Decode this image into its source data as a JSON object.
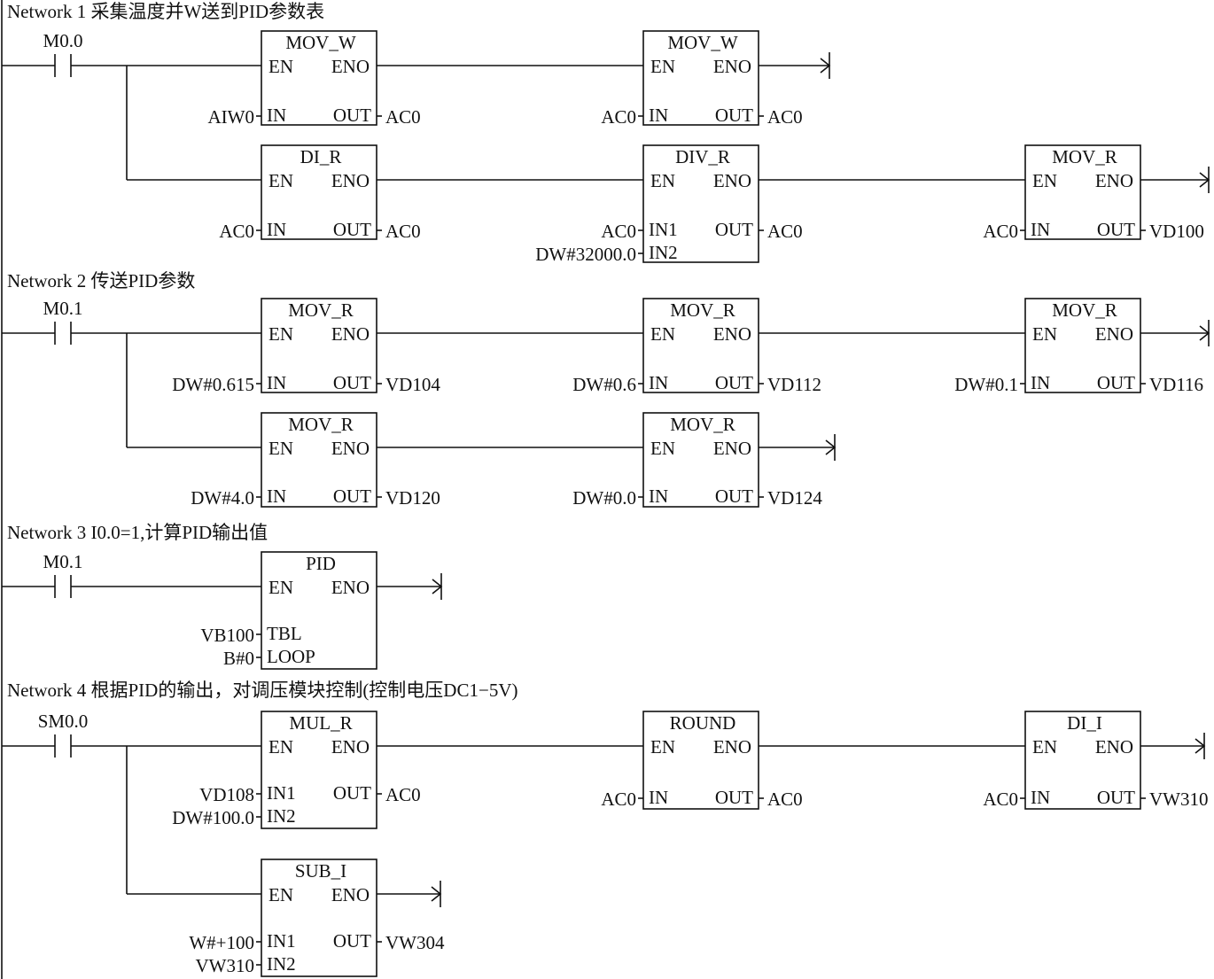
{
  "networks": [
    {
      "title": "Network  1  采集温度并W送到PID参数表",
      "contact": "M0.0"
    },
    {
      "title": "Network  2  传送PID参数",
      "contact": "M0.1"
    },
    {
      "title": "Network  3  I0.0=1,计算PID输出值",
      "contact": "M0.1"
    },
    {
      "title": "Network  4 根据PID的输出，对调压模块控制(控制电压DC1−5V)",
      "contact": "SM0.0"
    }
  ],
  "blocks": [
    {
      "title": "MOV_W",
      "en": "EN",
      "eno": "ENO",
      "inputs": [
        "IN"
      ],
      "in_operands": [
        "AIW0"
      ],
      "output_pin": "OUT",
      "out_operand": "AC0"
    },
    {
      "title": "MOV_W",
      "en": "EN",
      "eno": "ENO",
      "inputs": [
        "IN"
      ],
      "in_operands": [
        "AC0"
      ],
      "output_pin": "OUT",
      "out_operand": "AC0"
    },
    {
      "title": "DI_R",
      "en": "EN",
      "eno": "ENO",
      "inputs": [
        "IN"
      ],
      "in_operands": [
        "AC0"
      ],
      "output_pin": "OUT",
      "out_operand": "AC0"
    },
    {
      "title": "DIV_R",
      "en": "EN",
      "eno": "ENO",
      "inputs": [
        "IN1",
        "IN2"
      ],
      "in_operands": [
        "AC0",
        "DW#32000.0"
      ],
      "output_pin": "OUT",
      "out_operand": "AC0"
    },
    {
      "title": "MOV_R",
      "en": "EN",
      "eno": "ENO",
      "inputs": [
        "IN"
      ],
      "in_operands": [
        "AC0"
      ],
      "output_pin": "OUT",
      "out_operand": "VD100"
    },
    {
      "title": "MOV_R",
      "en": "EN",
      "eno": "ENO",
      "inputs": [
        "IN"
      ],
      "in_operands": [
        "DW#0.615"
      ],
      "output_pin": "OUT",
      "out_operand": "VD104"
    },
    {
      "title": "MOV_R",
      "en": "EN",
      "eno": "ENO",
      "inputs": [
        "IN"
      ],
      "in_operands": [
        "DW#0.6"
      ],
      "output_pin": "OUT",
      "out_operand": "VD112"
    },
    {
      "title": "MOV_R",
      "en": "EN",
      "eno": "ENO",
      "inputs": [
        "IN"
      ],
      "in_operands": [
        "DW#0.1"
      ],
      "output_pin": "OUT",
      "out_operand": "VD116"
    },
    {
      "title": "MOV_R",
      "en": "EN",
      "eno": "ENO",
      "inputs": [
        "IN"
      ],
      "in_operands": [
        "DW#4.0"
      ],
      "output_pin": "OUT",
      "out_operand": "VD120"
    },
    {
      "title": "MOV_R",
      "en": "EN",
      "eno": "ENO",
      "inputs": [
        "IN"
      ],
      "in_operands": [
        "DW#0.0"
      ],
      "output_pin": "OUT",
      "out_operand": "VD124"
    },
    {
      "title": "PID",
      "en": "EN",
      "eno": "ENO",
      "inputs": [
        "TBL",
        "LOOP"
      ],
      "in_operands": [
        "VB100",
        "B#0"
      ],
      "output_pin": "",
      "out_operand": ""
    },
    {
      "title": "MUL_R",
      "en": "EN",
      "eno": "ENO",
      "inputs": [
        "IN1",
        "IN2"
      ],
      "in_operands": [
        "VD108",
        "DW#100.0"
      ],
      "output_pin": "OUT",
      "out_operand": "AC0"
    },
    {
      "title": "ROUND",
      "en": "EN",
      "eno": "ENO",
      "inputs": [
        "IN"
      ],
      "in_operands": [
        "AC0"
      ],
      "output_pin": "OUT",
      "out_operand": "AC0"
    },
    {
      "title": "DI_I",
      "en": "EN",
      "eno": "ENO",
      "inputs": [
        "IN"
      ],
      "in_operands": [
        "AC0"
      ],
      "output_pin": "OUT",
      "out_operand": "VW310"
    },
    {
      "title": "SUB_I",
      "en": "EN",
      "eno": "ENO",
      "inputs": [
        "IN1",
        "IN2"
      ],
      "in_operands": [
        "W#+100",
        "VW310"
      ],
      "output_pin": "OUT",
      "out_operand": "VW304"
    }
  ]
}
